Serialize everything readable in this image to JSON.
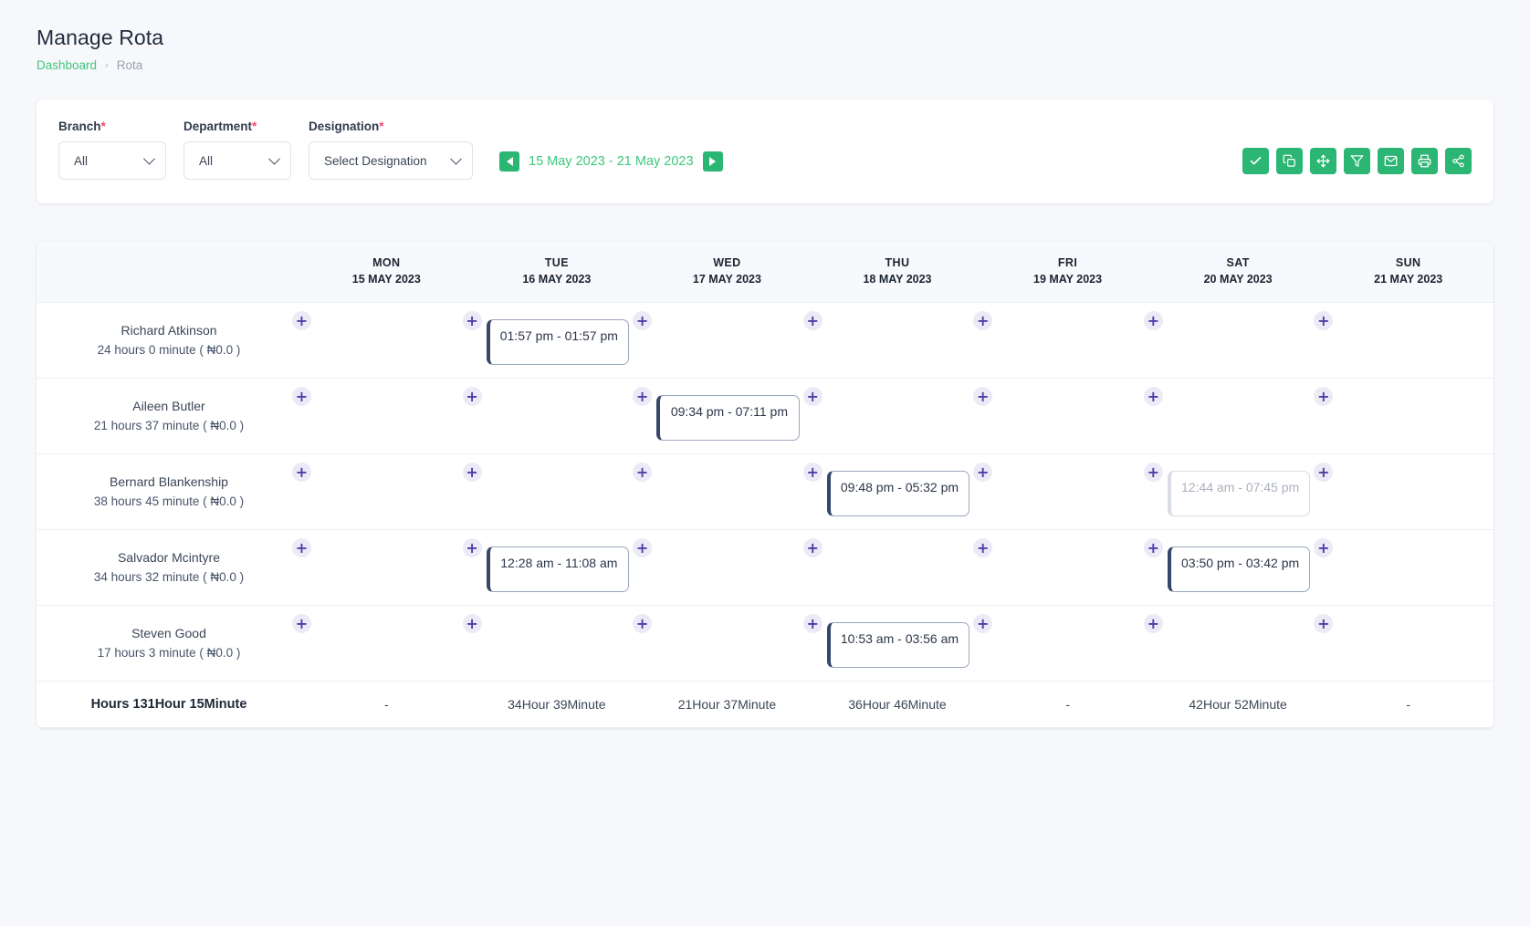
{
  "header": {
    "title": "Manage Rota",
    "breadcrumb": {
      "link": "Dashboard",
      "separator": "›",
      "current": "Rota"
    }
  },
  "filters": {
    "branch": {
      "label": "Branch",
      "required": "*",
      "value": "All"
    },
    "department": {
      "label": "Department",
      "required": "*",
      "value": "All"
    },
    "designation": {
      "label": "Designation",
      "required": "*",
      "value": "Select Designation"
    }
  },
  "date_nav": {
    "prev_icon": "triangle-left-icon",
    "next_icon": "triangle-right-icon",
    "range": "15 May 2023 - 21 May 2023"
  },
  "toolbar": [
    {
      "name": "approve-button",
      "icon": "check-icon"
    },
    {
      "name": "copy-button",
      "icon": "copy-icon"
    },
    {
      "name": "move-button",
      "icon": "move-icon"
    },
    {
      "name": "filter-button",
      "icon": "filter-icon"
    },
    {
      "name": "email-button",
      "icon": "envelope-icon"
    },
    {
      "name": "print-button",
      "icon": "print-icon"
    },
    {
      "name": "share-button",
      "icon": "share-icon"
    }
  ],
  "colors": {
    "accent_green": "#2bb673",
    "link_green": "#3ec77c",
    "required_red": "#f5456f",
    "add_badge": "#4b3fa8",
    "shift_border": "#35476a"
  },
  "table": {
    "employee_column_header": "",
    "days": [
      {
        "dow": "MON",
        "date": "15 MAY 2023"
      },
      {
        "dow": "TUE",
        "date": "16 MAY 2023"
      },
      {
        "dow": "WED",
        "date": "17 MAY 2023"
      },
      {
        "dow": "THU",
        "date": "18 MAY 2023"
      },
      {
        "dow": "FRI",
        "date": "19 MAY 2023"
      },
      {
        "dow": "SAT",
        "date": "20 MAY 2023"
      },
      {
        "dow": "SUN",
        "date": "21 MAY 2023"
      }
    ],
    "add_icon": "+",
    "rows": [
      {
        "name": "Richard Atkinson",
        "hours": "24 hours 0 minute ( ₦0.0 )",
        "shifts": [
          null,
          "01:57 pm - 01:57 pm",
          null,
          null,
          null,
          null,
          null
        ],
        "muted": [
          false,
          false,
          false,
          false,
          false,
          false,
          false
        ]
      },
      {
        "name": "Aileen Butler",
        "hours": "21 hours 37 minute ( ₦0.0 )",
        "shifts": [
          null,
          null,
          "09:34 pm - 07:11 pm",
          null,
          null,
          null,
          null
        ],
        "muted": [
          false,
          false,
          false,
          false,
          false,
          false,
          false
        ]
      },
      {
        "name": "Bernard Blankenship",
        "hours": "38 hours 45 minute ( ₦0.0 )",
        "shifts": [
          null,
          null,
          null,
          "09:48 pm - 05:32 pm",
          null,
          "12:44 am - 07:45 pm",
          null
        ],
        "muted": [
          false,
          false,
          false,
          false,
          false,
          true,
          false
        ]
      },
      {
        "name": "Salvador Mcintyre",
        "hours": "34 hours 32 minute ( ₦0.0 )",
        "shifts": [
          null,
          "12:28 am - 11:08 am",
          null,
          null,
          null,
          "03:50 pm - 03:42 pm",
          null
        ],
        "muted": [
          false,
          false,
          false,
          false,
          false,
          false,
          false
        ]
      },
      {
        "name": "Steven Good",
        "hours": "17 hours 3 minute ( ₦0.0 )",
        "shifts": [
          null,
          null,
          null,
          "10:53 am - 03:56 am",
          null,
          null,
          null
        ],
        "muted": [
          false,
          false,
          false,
          false,
          false,
          false,
          false
        ]
      }
    ],
    "totals": {
      "label": "Hours 131Hour 15Minute",
      "values": [
        "-",
        "34Hour 39Minute",
        "21Hour 37Minute",
        "36Hour 46Minute",
        "-",
        "42Hour 52Minute",
        "-"
      ]
    }
  }
}
